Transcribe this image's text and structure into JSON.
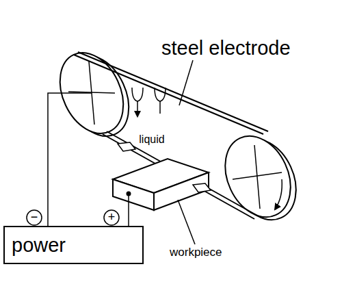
{
  "diagram": {
    "nodes": [
      {
        "text": [
          "power"
        ]
      }
    ],
    "labels": [
      "steel electrode",
      "liquid",
      "workpiece",
      "−",
      "+"
    ]
  }
}
